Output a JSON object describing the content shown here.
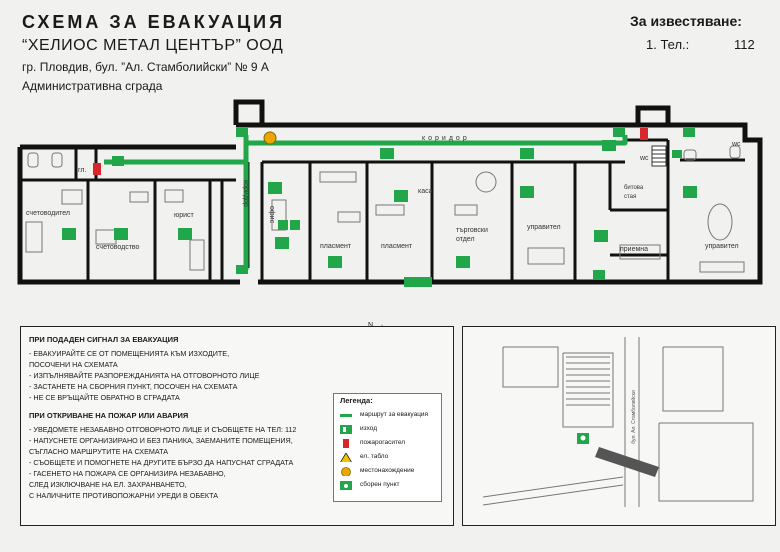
{
  "header": {
    "title": "СХЕМА ЗА ЕВАКУАЦИЯ",
    "company": "“ХЕЛИОС МЕТАЛ ЦЕНТЪР” ООД",
    "address": "гр. Пловдив, бул. ”Ал. Стамболийски” № 9 А",
    "building": "Административна сграда"
  },
  "notify": {
    "heading": "За известяване:",
    "tel_label": "1. Тел.:",
    "tel_number": "112"
  },
  "rooms": {
    "accountant": "счетоводител",
    "accounting": "счетоводство",
    "lawyer": "юрист",
    "corridor_v": "коридор",
    "office": "офис",
    "placement1": "пласмент",
    "placement2": "пласмент",
    "cashier": "каса",
    "sales": "търговски отдел",
    "manager1": "управител",
    "kitchen": "битова стая",
    "reception": "приемна",
    "manager2": "управител",
    "corridor_h": "коридор",
    "wc1": "wc",
    "wc2": "wc",
    "wc3": "гл."
  },
  "instructions": {
    "section1": "ПРИ ПОДАДЕН СИГНАЛ ЗА ЕВАКУАЦИЯ",
    "s1_lines": [
      "- ЕВАКУИРАЙТЕ СЕ ОТ ПОМЕЩЕНИЯТА КЪМ ИЗХОДИТЕ,",
      "  ПОСОЧЕНИ НА СХЕМАТА",
      "- ИЗПЪЛНЯВАЙТЕ РАЗПОРЕЖДАНИЯТА НА ОТГОВОРНОТО ЛИЦЕ",
      "- ЗАСТАНЕТЕ НА СБОРНИЯ ПУНКТ, ПОСОЧЕН НА СХЕМАТА",
      "- НЕ СЕ ВРЪЩАЙТЕ ОБРАТНО В СГРАДАТА"
    ],
    "section2": "ПРИ ОТКРИВАНЕ НА ПОЖАР ИЛИ АВАРИЯ",
    "s2_lines": [
      "- УВЕДОМЕТЕ НЕЗАБАВНО ОТГОВОРНОТО ЛИЦЕ И СЪОБЩЕТЕ НА ТЕЛ: 112",
      "- НАПУСНЕТЕ ОРГАНИЗИРАНО И БЕЗ ПАНИКА, ЗАЕМАНИТЕ ПОМЕЩЕНИЯ,",
      "  СЪГЛАСНО МАРШРУТИТЕ НА СХЕМАТА",
      "- СЪОБЩЕТЕ И ПОМОГНЕТЕ НА ДРУГИТЕ БЪРЗО ДА НАПУСНАТ СГРАДАТА",
      "- ГАСЕНЕТО НА ПОЖАРА СЕ ОРГАНИЗИРА НЕЗАБАВНО,",
      "  СЛЕД ИЗКЛЮЧВАНЕ НА ЕЛ. ЗАХРАНВАНЕТО,",
      "  С НАЛИЧНИТЕ ПРОТИВОПОЖАРНИ УРЕДИ В ОБЕКТА"
    ]
  },
  "legend": {
    "heading": "Легенда:",
    "items": [
      {
        "label": "маршрут за евакуация",
        "icon": "route-line",
        "color": "#21a64a"
      },
      {
        "label": "изход",
        "icon": "exit-sign",
        "color": "#21a64a"
      },
      {
        "label": "пожарогасител",
        "icon": "fire-extinguisher",
        "color": "#d9262b"
      },
      {
        "label": "ел. табло",
        "icon": "electric-panel-warning",
        "color": "#f2c200"
      },
      {
        "label": "местонахождение",
        "icon": "you-are-here",
        "color": "#e8a800"
      },
      {
        "label": "сборен пункт",
        "icon": "assembly-point",
        "color": "#21a64a"
      }
    ]
  },
  "compass": {
    "north": "N"
  },
  "site": {
    "street": "бул. Ал. Стамболийски"
  },
  "colors": {
    "route": "#21a64a",
    "wall": "#111111",
    "extinguisher": "#d9262b",
    "here": "#e8a800"
  }
}
